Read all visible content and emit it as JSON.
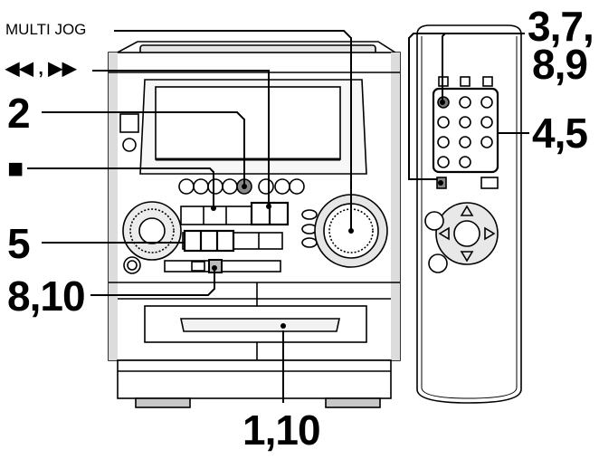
{
  "callouts": {
    "multi_jog": "MULTI JOG",
    "skip": "◀◀ , ▶▶",
    "two": "2",
    "stop": "■",
    "five": "5",
    "eight_ten": "8,10",
    "one_ten": "1,10",
    "three_seven": "3,7,",
    "eight_nine": "8,9",
    "four_five": "4,5"
  },
  "colors": {
    "line": "#000000",
    "body": "#ffffff",
    "shade": "#d4d4d4",
    "dark": "#9a9a9a"
  }
}
